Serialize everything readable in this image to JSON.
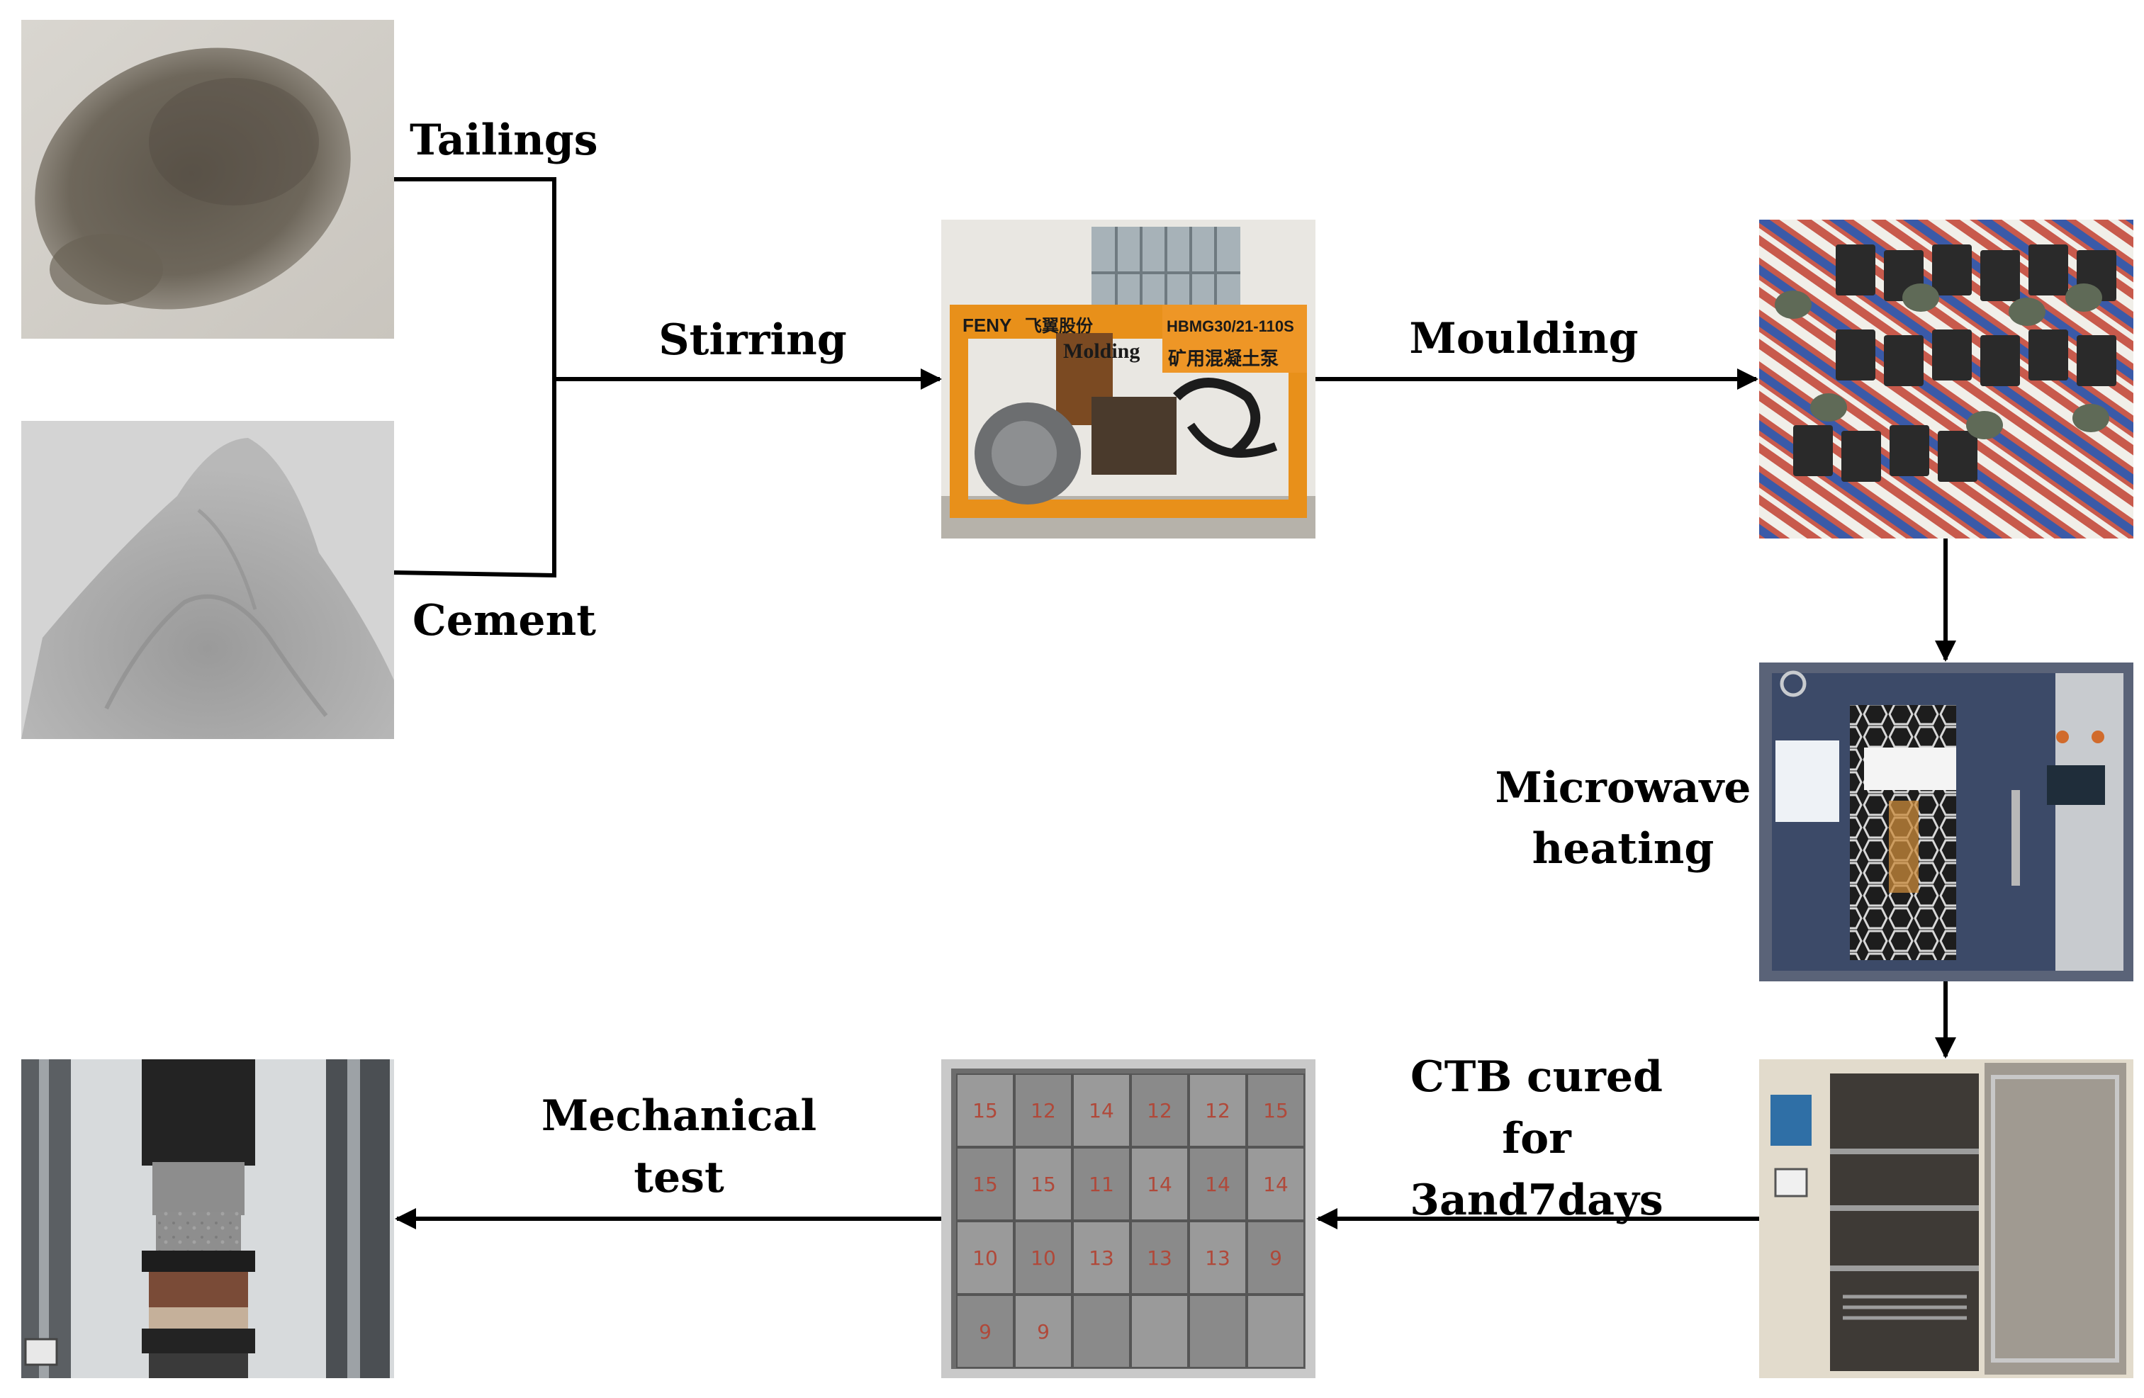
{
  "labels": {
    "tailings": "Tailings",
    "cement": "Cement",
    "stirring": "Stirring",
    "moulding": "Moulding",
    "microwave_line1": "Microwave",
    "microwave_line2": "heating",
    "cured_line1": "CTB cured",
    "cured_line2": "for",
    "cured_line3": "3and7days",
    "mechanical_line1": "Mechanical",
    "mechanical_line2": "test"
  },
  "photo_text": {
    "pump_brand": "FENY",
    "pump_brand_cn": "飞翼股份",
    "pump_model": "HBMG30/21-110S",
    "pump_overlay": "Molding",
    "pump_cn_label": "矿用混凝土泵",
    "specimen_marks": [
      "15",
      "12",
      "14",
      "12",
      "12",
      "15",
      "15",
      "15",
      "11",
      "14",
      "14",
      "14",
      "10",
      "10",
      "13",
      "13",
      "13",
      "9",
      "9",
      "9"
    ]
  },
  "colors": {
    "arrow": "#000000",
    "pump_orange": "#e8901a",
    "tray_gray": "#8c8c8c",
    "oven_blue": "#3c4a68",
    "chamber_beige": "#e2dbcc"
  }
}
